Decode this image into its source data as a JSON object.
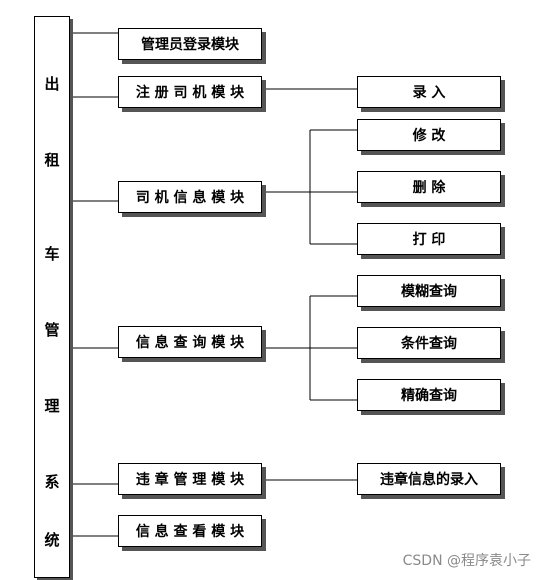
{
  "root": {
    "chars": [
      "出",
      "租",
      "车",
      "管",
      "理",
      "系",
      "统"
    ]
  },
  "modules": [
    {
      "label": "管理员登录模块"
    },
    {
      "label": "注 册 司 机 模 块"
    },
    {
      "label": "司 机 信 息 模 块"
    },
    {
      "label": "信 息 查 询 模 块"
    },
    {
      "label": "违 章 管 理 模 块"
    },
    {
      "label": "信 息 查 看 模 块"
    }
  ],
  "children": {
    "register": [
      {
        "label": "录      入"
      }
    ],
    "driver_info": [
      {
        "label": "修          改"
      },
      {
        "label": "删      除"
      },
      {
        "label": "打      印"
      }
    ],
    "query": [
      {
        "label": "模糊查询"
      },
      {
        "label": "条件查询"
      },
      {
        "label": "精确查询"
      }
    ],
    "violation": [
      {
        "label": "违章信息的录入"
      }
    ]
  },
  "watermark": "CSDN @程序袁小子"
}
